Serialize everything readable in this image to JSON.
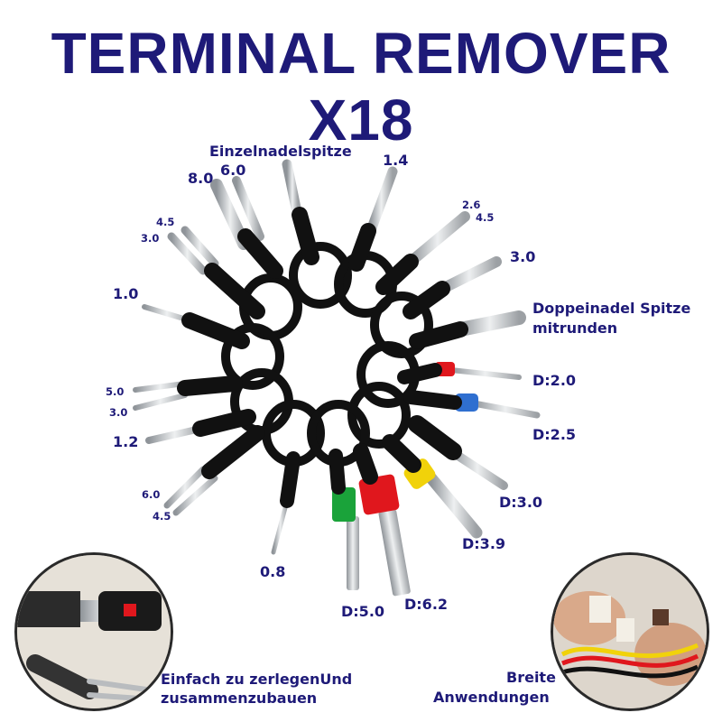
{
  "title": "TERMINAL REMOVER X18",
  "labels": {
    "einzel": "Einzelnadelspitze",
    "l_8_0": "8.0",
    "l_6_0_top": "6.0",
    "l_1_4": "1.4",
    "l_2_6": "2.6",
    "l_4_5_right": "4.5",
    "l_3_0_right": "3.0",
    "l_4_5_left": "4.5",
    "l_3_0_left": "3.0",
    "l_1_0": "1.0",
    "doppel_1": "Doppeinadel Spitze",
    "doppel_2": "mitrunden",
    "d_2_0": "D:2.0",
    "d_2_5": "D:2.5",
    "l_5_0": "5.0",
    "l_3_0_low": "3.0",
    "l_1_2": "1.2",
    "d_3_0": "D:3.0",
    "l_6_0_low": "6.0",
    "l_4_5_low": "4.5",
    "d_3_9": "D:3.9",
    "l_0_8": "0.8",
    "d_5_0": "D:5.0",
    "d_6_2": "D:6.2",
    "caption_left_1": "Einfach zu zerlegenUnd",
    "caption_left_2": "zusammenzubauen",
    "caption_right_1": "Breite",
    "caption_right_2": "Anwendungen"
  },
  "colors": {
    "title": "#1e1a78",
    "handle": "#111111",
    "steel": "#c9cccf",
    "red": "#e0171d",
    "blue": "#2f6fd0",
    "green": "#1aa33a",
    "yellow": "#f1d20a"
  }
}
